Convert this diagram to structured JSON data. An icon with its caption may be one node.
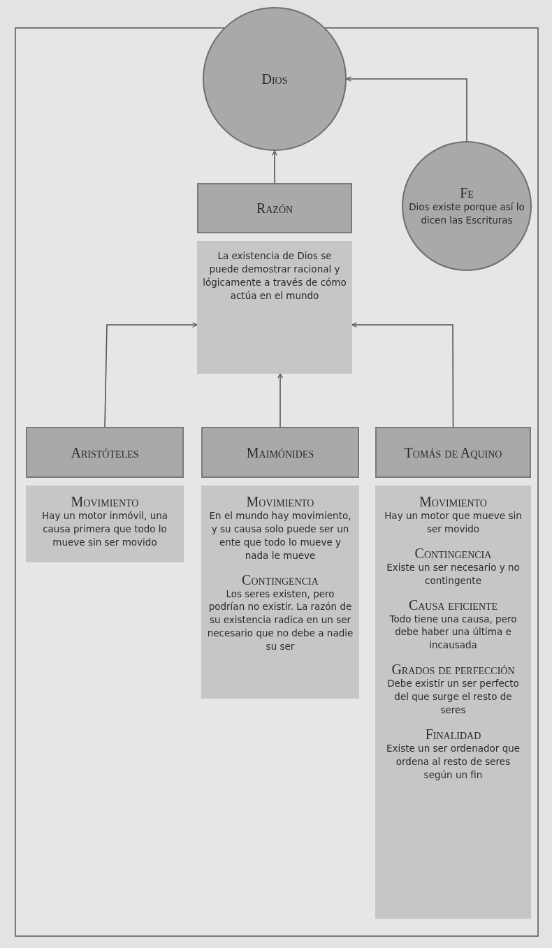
{
  "diagram": {
    "nodes": [
      {
        "text": [
          "Dios"
        ]
      },
      {
        "text": [
          "Razón"
        ]
      },
      {
        "text": [
          "La existencia de Dios se puede demostrar racional y lógicamente a través de cómo actúa en el mundo"
        ]
      },
      {
        "text": [
          "Fe",
          "Dios existe porque así lo dicen las Escrituras"
        ]
      },
      {
        "text": [
          "Aristóteles"
        ]
      },
      {
        "text": [
          "Movimiento",
          "Hay un motor inmóvil, una causa primera que todo lo mueve sin ser movido"
        ]
      },
      {
        "text": [
          "Maimónides"
        ]
      },
      {
        "text": [
          "Movimiento",
          "En el mundo hay movimiento, y su causa solo puede ser un ente que todo lo mueve y nada le mueve",
          "Contingencia",
          "Los seres existen, pero podrían no existir. La razón de su existencia radica en un ser necesario que no debe a nadie su ser"
        ]
      },
      {
        "text": [
          "Tomás de Aquino"
        ]
      },
      {
        "text": [
          "Movimiento",
          "Hay un motor que mueve sin ser movido",
          "Contingencia",
          "Existe un ser necesario y no contingente",
          "Causa eficiente",
          "Todo tiene una causa, pero debe haber una última e incausada",
          "Grados de perfección",
          "Debe existir un ser perfecto del que surge el resto de seres",
          "Finalidad",
          "Existe un ser ordenador que ordena al resto de seres según un fin"
        ]
      }
    ],
    "edges": [
      {
        "from": 1,
        "to": 0,
        "arrow": "to"
      },
      {
        "from": 3,
        "to": 0,
        "arrow": "to"
      },
      {
        "from": 4,
        "to": 2,
        "arrow": "to"
      },
      {
        "from": 6,
        "to": 2,
        "arrow": "to"
      },
      {
        "from": 8,
        "to": 2,
        "arrow": "to"
      }
    ]
  }
}
